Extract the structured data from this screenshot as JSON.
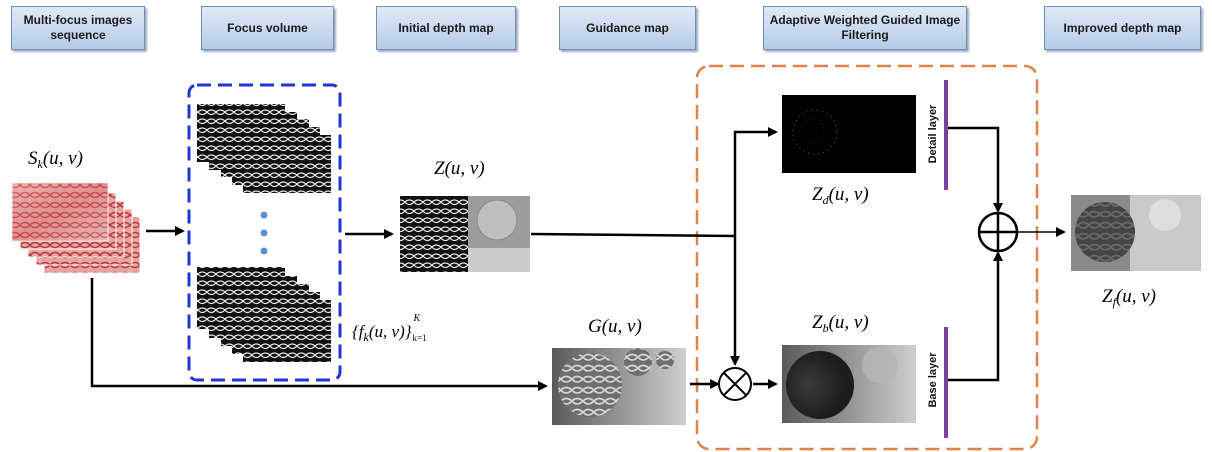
{
  "headers": {
    "multi_focus": "Multi-focus images sequence",
    "focus_volume": "Focus volume",
    "initial_depth": "Initial depth map",
    "guidance": "Guidance map",
    "awgif": "Adaptive Weighted Guided Image Filtering",
    "improved": "Improved depth map"
  },
  "labels": {
    "s_main": "S",
    "s_sub": "k",
    "s_args": "(u, v)",
    "z_main": "Z(u, v)",
    "g_main": "G(u, v)",
    "zd_main": "Z",
    "zd_sub": "d",
    "zd_args": "(u, v)",
    "zb_main": "Z",
    "zb_sub": "b",
    "zb_args": "(u, v)",
    "zf_main": "Z",
    "zf_sub": "f",
    "zf_args": "(u, v)",
    "fset_open": "{f",
    "fset_sub": "k",
    "fset_args": "(u, v)}",
    "fset_sup": "K",
    "fset_lower": "k=1"
  },
  "layers": {
    "detail": "Detail layer",
    "base": "Base layer"
  },
  "colors": {
    "header_fill": "#c7d7ee",
    "focus_volume_border": "#1f35d6",
    "awgif_border": "#e0824a",
    "layer_bar": "#7a3fa0",
    "dots": "#5b8fd0",
    "arrows": "#000000"
  },
  "icons": {
    "sum": "circled-plus-icon",
    "product": "circled-times-icon"
  }
}
